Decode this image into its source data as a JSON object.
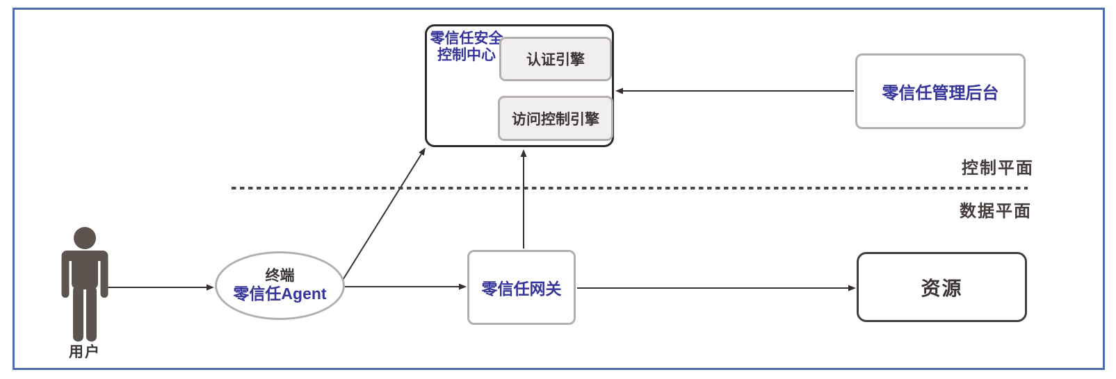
{
  "diagram": {
    "user": {
      "label": "用户"
    },
    "terminal": {
      "line1": "终端",
      "line2": "零信任Agent"
    },
    "control_center": {
      "title_line1": "零信任安全",
      "title_line2": "控制中心",
      "engine_auth": "认证引擎",
      "engine_access": "访问控制引擎"
    },
    "management": {
      "label": "零信任管理后台"
    },
    "gateway": {
      "label": "零信任网关"
    },
    "resource": {
      "label": "资源"
    },
    "planes": {
      "control": "控制平面",
      "data": "数据平面"
    },
    "colors": {
      "frame_blue": "#4e6cac",
      "accent_blue": "#34349a",
      "dark_text": "#3b3434",
      "person_gray": "#5d544f",
      "border_gray": "#b4aeae",
      "dark_border": "#2e2929",
      "engine_fill": "#f1efee",
      "arrow": "#372f2f"
    }
  }
}
